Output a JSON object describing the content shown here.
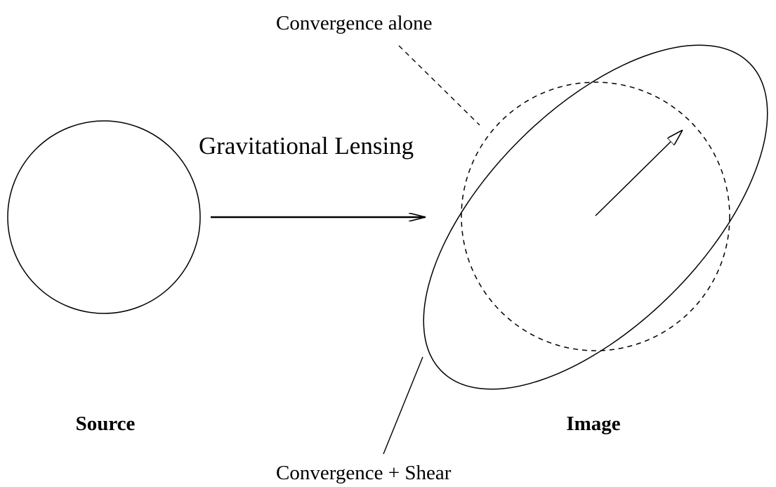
{
  "title": "Gravitational Lensing",
  "labels": {
    "convergence_alone": "Convergence alone",
    "convergence_shear": "Convergence + Shear",
    "source": "Source",
    "image": "Image"
  },
  "colors": {
    "line": "#000000",
    "background": "#ffffff"
  }
}
